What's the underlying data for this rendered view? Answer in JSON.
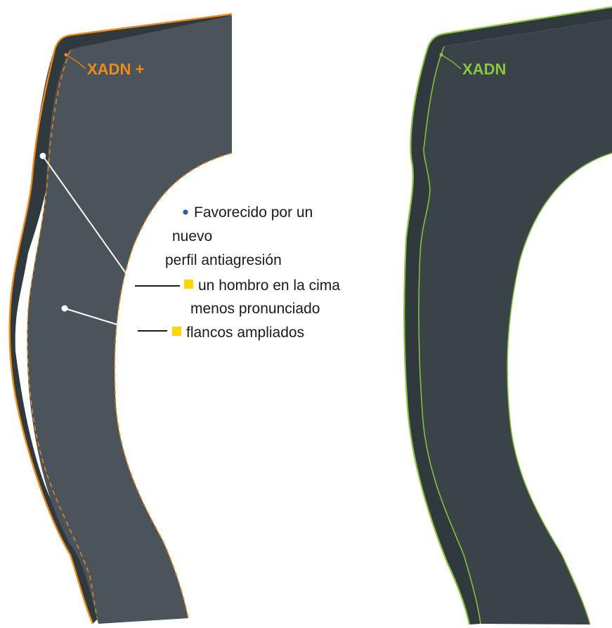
{
  "profiles": {
    "left": {
      "label": "XADN +",
      "color": "#f08a1c"
    },
    "right": {
      "label": "XADN",
      "color": "#8cc540"
    }
  },
  "annotation": {
    "bullet_color": "#1f5fa8",
    "square_color": "#ffd600",
    "intro_line1": "Favorecido por un",
    "intro_line2": "nuevo",
    "intro_line3": "perfil antiagresión",
    "item1_line1": "un hombro en la cima",
    "item1_line2": "menos pronunciado",
    "item2": "flancos ampliados"
  },
  "colors": {
    "face_left": "#4a545a",
    "face_right": "#3a4348",
    "side": "#30393d"
  }
}
